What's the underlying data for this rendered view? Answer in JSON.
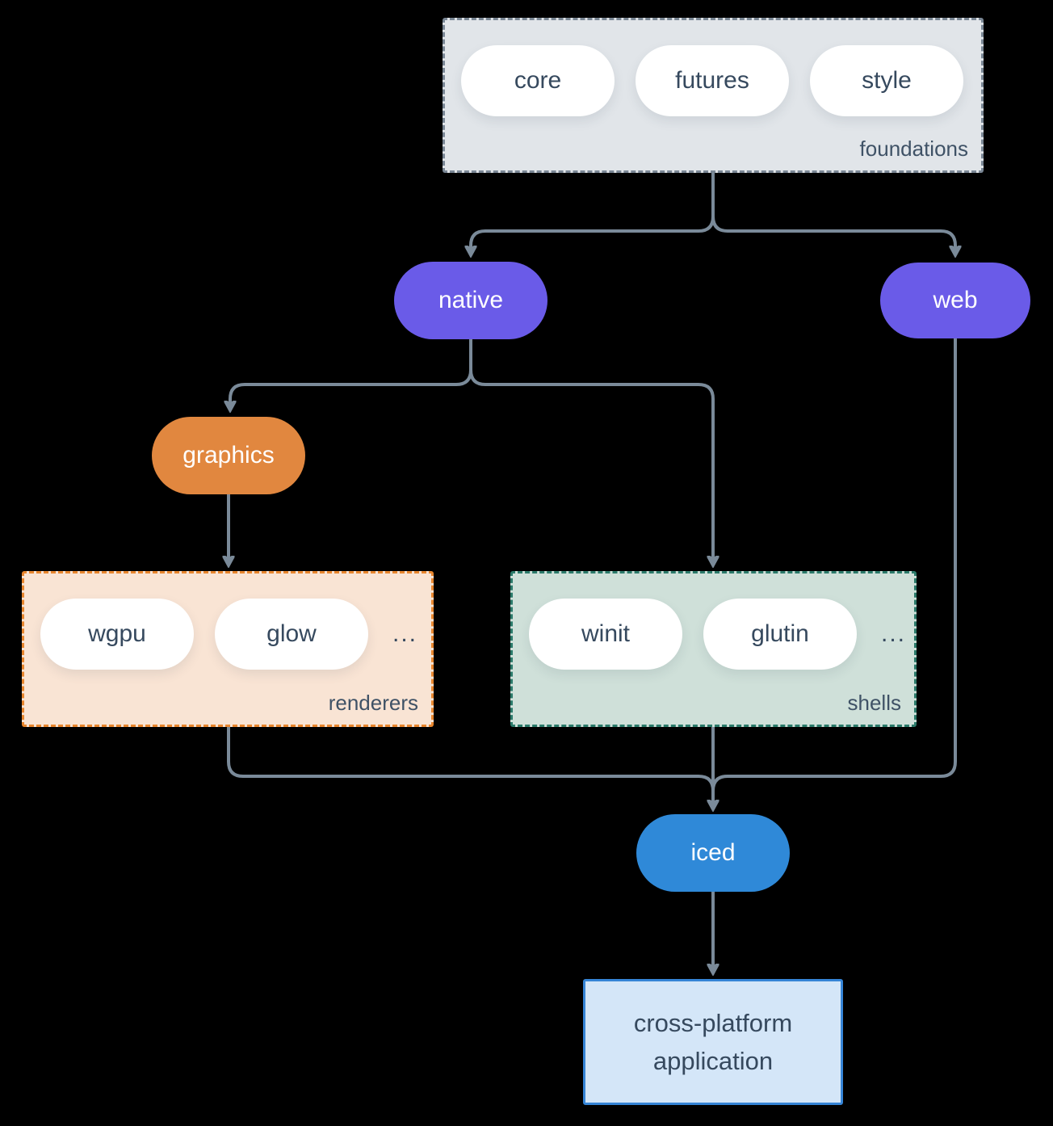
{
  "background": "#000000",
  "connector_color": "#7a8a99",
  "text_colors": {
    "dark": "#36495e",
    "light": "#ffffff",
    "group_label": "#3f5266"
  },
  "groups": {
    "foundations": {
      "label": "foundations",
      "items": [
        "core",
        "futures",
        "style"
      ],
      "bg": "#e1e5e9",
      "border": "#7a8795"
    },
    "renderers": {
      "label": "renderers",
      "items": [
        "wgpu",
        "glow",
        "..."
      ],
      "bg": "#f9e4d4",
      "border": "#e8862e"
    },
    "shells": {
      "label": "shells",
      "items": [
        "winit",
        "glutin",
        "..."
      ],
      "bg": "#cfe0d9",
      "border": "#2b7a6a"
    }
  },
  "nodes": {
    "native": {
      "label": "native",
      "bg": "#6a5be8"
    },
    "web": {
      "label": "web",
      "bg": "#6a5be8"
    },
    "graphics": {
      "label": "graphics",
      "bg": "#e1873f"
    },
    "iced": {
      "label": "iced",
      "bg": "#2f89d8"
    }
  },
  "application": {
    "lines": [
      "cross-platform",
      "application"
    ],
    "bg": "#d4e6f8",
    "border": "#3584d6"
  }
}
